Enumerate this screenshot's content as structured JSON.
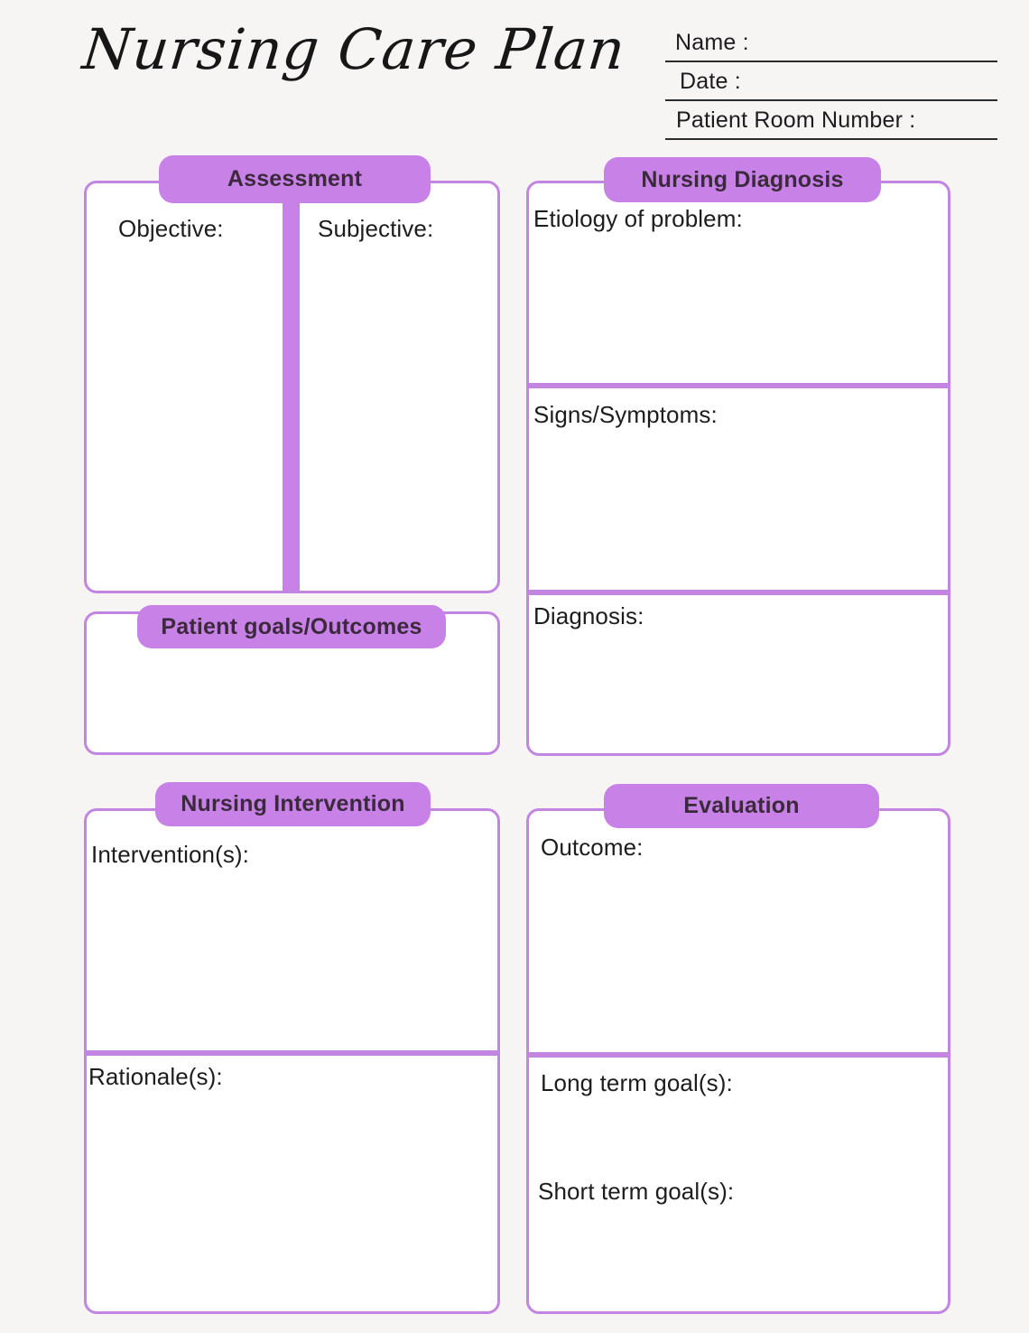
{
  "document": {
    "title": "Nursing Care Plan",
    "accent_color": "#c881e7",
    "border_color": "#c285e2",
    "background_color": "#f7f5f4",
    "pill_text_color": "#3b2a3c",
    "body_text_color": "#1d1d1d"
  },
  "header": {
    "fields": [
      {
        "label": "Name :"
      },
      {
        "label": "Date :"
      },
      {
        "label": "Patient Room Number :"
      }
    ]
  },
  "sections": {
    "assessment": {
      "title": "Assessment",
      "fields": {
        "objective": "Objective:",
        "subjective": "Subjective:"
      }
    },
    "patient_goals": {
      "title": "Patient goals/Outcomes"
    },
    "nursing_diagnosis": {
      "title": "Nursing Diagnosis",
      "fields": {
        "etiology": "Etiology of problem:",
        "signs": "Signs/Symptoms:",
        "diagnosis": "Diagnosis:"
      }
    },
    "nursing_intervention": {
      "title": "Nursing Intervention",
      "fields": {
        "interventions": "Intervention(s):",
        "rationales": "Rationale(s):"
      }
    },
    "evaluation": {
      "title": "Evaluation",
      "fields": {
        "outcome": "Outcome:",
        "long_term": "Long term goal(s):",
        "short_term": "Short term goal(s):"
      }
    }
  }
}
